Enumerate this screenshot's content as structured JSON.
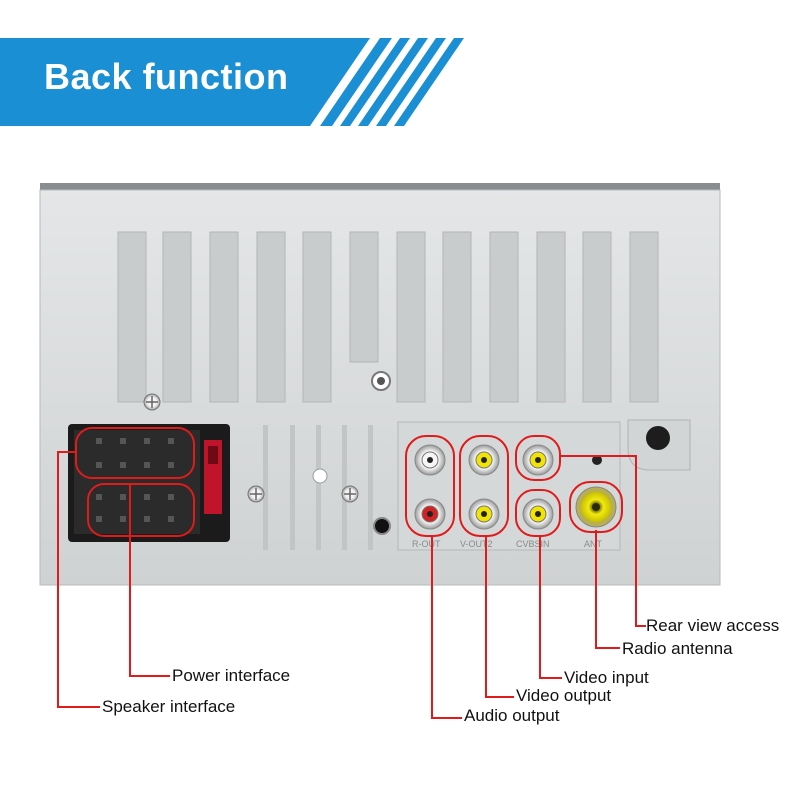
{
  "banner": {
    "title": "Back function",
    "color": "#1a8fd4"
  },
  "device": {
    "port_labels": [
      "R-OUT",
      "V-OUT2",
      "CVBSIN",
      "ANT"
    ],
    "body_color": "#d9dbdc",
    "highlight_color": "#e01b1b"
  },
  "callouts": {
    "rear_view_access": "Rear view access",
    "radio_antenna": "Radio antenna",
    "video_input": "Video input",
    "video_output": "Video output",
    "audio_output": "Audio output",
    "power_interface": "Power interface",
    "speaker_interface": "Speaker interface"
  }
}
